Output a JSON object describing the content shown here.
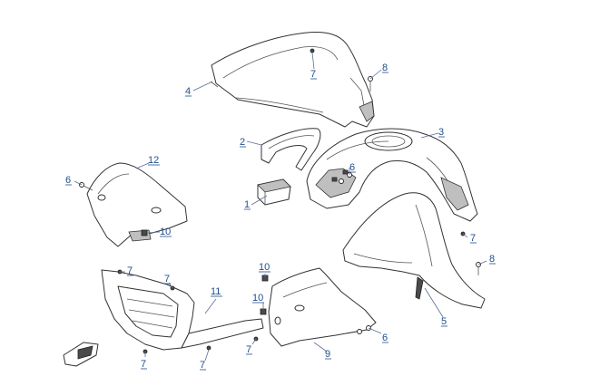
{
  "colors": {
    "callout_text": "#1e4f8c",
    "leader": "#5a6f95",
    "outline": "#333333"
  },
  "callouts": [
    {
      "id": "c1",
      "label": "1"
    },
    {
      "id": "c2",
      "label": "2"
    },
    {
      "id": "c3",
      "label": "3"
    },
    {
      "id": "c4",
      "label": "4"
    },
    {
      "id": "c5",
      "label": "5"
    },
    {
      "id": "c6a",
      "label": "6"
    },
    {
      "id": "c6b",
      "label": "6"
    },
    {
      "id": "c6c",
      "label": "6"
    },
    {
      "id": "c7a",
      "label": "7"
    },
    {
      "id": "c7b",
      "label": "7"
    },
    {
      "id": "c7c",
      "label": "7"
    },
    {
      "id": "c7d",
      "label": "7"
    },
    {
      "id": "c7e",
      "label": "7"
    },
    {
      "id": "c7f",
      "label": "7"
    },
    {
      "id": "c7g",
      "label": "7"
    },
    {
      "id": "c8a",
      "label": "8"
    },
    {
      "id": "c8b",
      "label": "8"
    },
    {
      "id": "c9",
      "label": "9"
    },
    {
      "id": "c10a",
      "label": "10"
    },
    {
      "id": "c10b",
      "label": "10"
    },
    {
      "id": "c10c",
      "label": "10"
    },
    {
      "id": "c11",
      "label": "11"
    },
    {
      "id": "c12",
      "label": "12"
    }
  ]
}
